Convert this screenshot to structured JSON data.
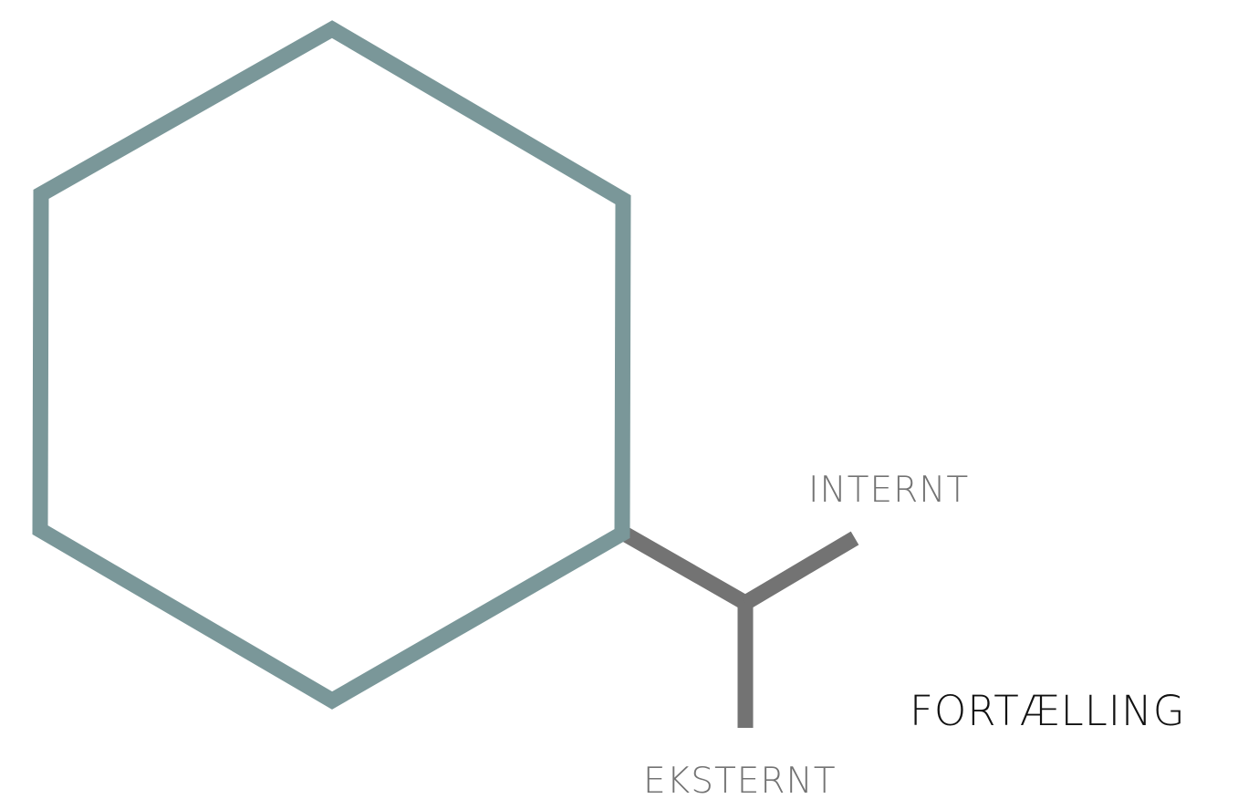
{
  "diagram": {
    "labels": {
      "internt": "INTERNT",
      "eksternt": "EKSTERNT",
      "fortaelling": "FORTÆLLING"
    }
  },
  "colors": {
    "hexagon_stroke": "#7a9799",
    "branch_stroke": "#737373",
    "label_muted": "#737373",
    "label_dark": "#111111",
    "background": "#ffffff"
  }
}
